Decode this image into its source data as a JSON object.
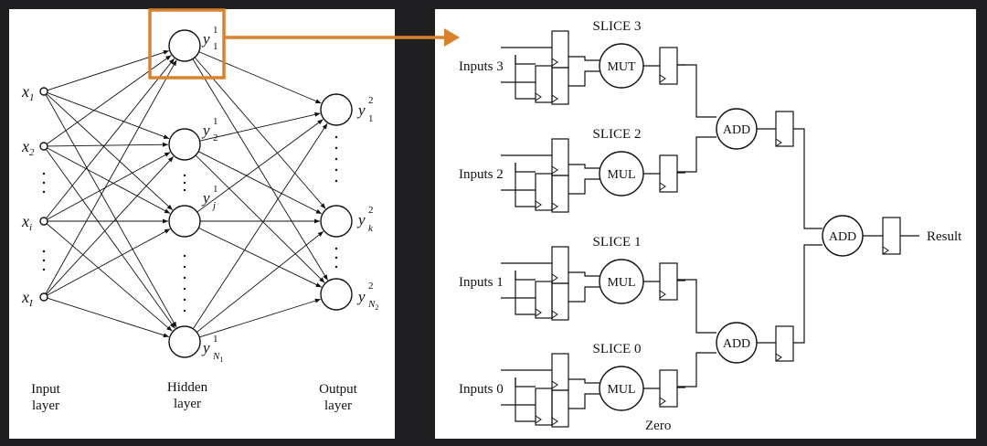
{
  "neural_network": {
    "inputs": [
      {
        "base": "x",
        "sub": "1"
      },
      {
        "base": "x",
        "sub": "2"
      },
      {
        "base": "x",
        "sub": "i"
      },
      {
        "base": "x",
        "sub": "I"
      }
    ],
    "hidden": [
      {
        "base": "y",
        "sub": "1",
        "sup": "1"
      },
      {
        "base": "y",
        "sub": "2",
        "sup": "1"
      },
      {
        "base": "y",
        "sub": "j",
        "sup": "1"
      },
      {
        "base": "y",
        "sub": "N",
        "subsub": "1",
        "sup": "1"
      }
    ],
    "outputs": [
      {
        "base": "y",
        "sub": "1",
        "sup": "2"
      },
      {
        "base": "y",
        "sub": "k",
        "sup": "2"
      },
      {
        "base": "y",
        "sub": "N",
        "subsub": "2",
        "sup": "2"
      }
    ],
    "layer_labels": {
      "input": [
        "Input",
        "layer"
      ],
      "hidden": [
        "Hidden",
        "layer"
      ],
      "output": [
        "Output",
        "layer"
      ]
    },
    "highlight_color": "#d9822b"
  },
  "hardware": {
    "slices": [
      {
        "title": "SLICE 3",
        "input_label": "Inputs 3",
        "op": "MUT"
      },
      {
        "title": "SLICE 2",
        "input_label": "Inputs 2",
        "op": "MUL"
      },
      {
        "title": "SLICE 1",
        "input_label": "Inputs 1",
        "op": "MUL"
      },
      {
        "title": "SLICE 0",
        "input_label": "Inputs 0",
        "op": "MUL"
      }
    ],
    "adder_labels": [
      "ADD",
      "ADD",
      "ADD"
    ],
    "result_label": "Result",
    "zero_label": "Zero"
  }
}
